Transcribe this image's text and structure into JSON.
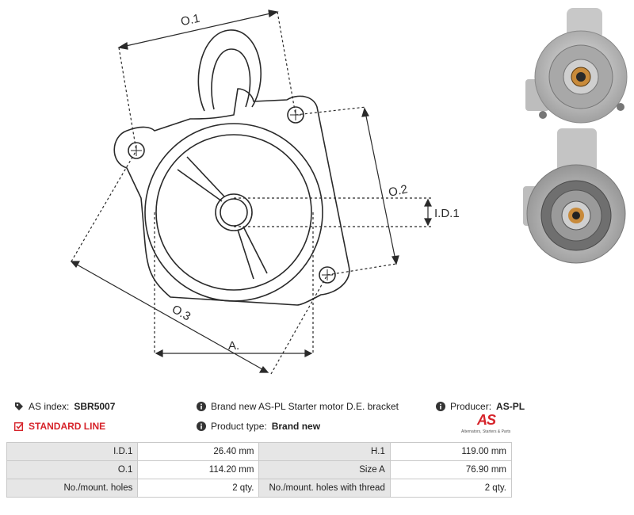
{
  "drawing": {
    "labels": {
      "o1": "O.1",
      "o2": "O.2",
      "o3": "O.3",
      "id1": "I.D.1",
      "a": "A."
    }
  },
  "photos": {
    "top": {
      "icon": "starter-bracket-front-photo"
    },
    "bottom": {
      "icon": "starter-bracket-rear-photo"
    }
  },
  "info": {
    "as_index_label": "AS index:",
    "as_index_value": "SBR5007",
    "description": "Brand new AS-PL Starter motor D.E. bracket",
    "producer_label": "Producer:",
    "producer_value": "AS-PL",
    "line": "STANDARD LINE",
    "product_type_label": "Product type:",
    "product_type_value": "Brand new"
  },
  "logo": {
    "main": "AS",
    "sub": "Alternators, Starters & Parts"
  },
  "specs": {
    "rows": [
      {
        "l1": "I.D.1",
        "v1": "26.40 mm",
        "l2": "H.1",
        "v2": "119.00 mm"
      },
      {
        "l1": "O.1",
        "v1": "114.20 mm",
        "l2": "Size A",
        "v2": "76.90 mm"
      },
      {
        "l1": "No./mount. holes",
        "v1": "2 qty.",
        "l2": "No./mount. holes with thread",
        "v2": "2 qty."
      }
    ]
  },
  "colors": {
    "accent": "#d6232a",
    "label_bg": "#e6e6e6",
    "border": "#c9c9c9"
  }
}
